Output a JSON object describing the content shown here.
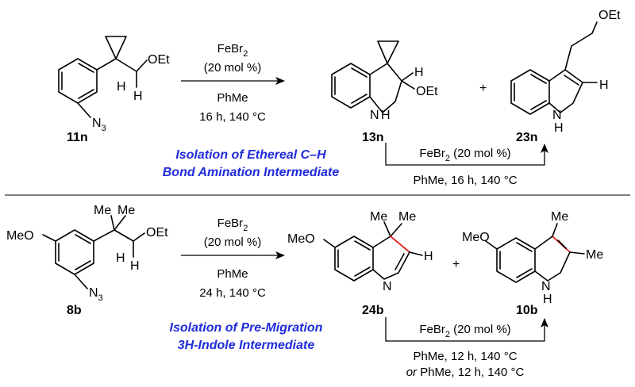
{
  "scheme1": {
    "reaction": {
      "reagent": "FeBr",
      "reagent_sub": "2",
      "loading": "(20 mol %)",
      "solvent": "PhMe",
      "conditions": "16 h, 140 °C"
    },
    "compounds": {
      "sm": "11n",
      "product_a": "13n",
      "product_b": "23n"
    },
    "atoms": {
      "oet": "OEt",
      "h": "H",
      "n": "N",
      "n3_sub": "3",
      "nh": "N",
      "nh_h": "H",
      "plus": "+"
    },
    "note_line1": "Isolation of Ethereal C–H",
    "note_line2": "Bond Amination Intermediate",
    "side": {
      "reagent": "FeBr",
      "reagent_sub": "2",
      "loading": "(20 mol %)",
      "conditions": "PhMe, 16 h, 140 °C"
    }
  },
  "scheme2": {
    "reaction": {
      "reagent": "FeBr",
      "reagent_sub": "2",
      "loading": "(20 mol %)",
      "solvent": "PhMe",
      "conditions": "24 h, 140 °C"
    },
    "compounds": {
      "sm": "8b",
      "product_a": "24b",
      "product_b": "10b"
    },
    "atoms": {
      "meo": "MeO",
      "me": "Me",
      "oet": "OEt",
      "h": "H",
      "n": "N",
      "n3_sub": "3",
      "nh": "N",
      "nh_h": "H",
      "plus": "+"
    },
    "note_line1": "Isolation of Pre-Migration",
    "note_line2": "3H-Indole Intermediate",
    "side": {
      "reagent": "FeBr",
      "reagent_sub": "2",
      "loading": "(20 mol %)",
      "conditions_line1": "PhMe, 12 h, 140 °C",
      "conditions_line2_italic": "or",
      "conditions_line2_rest": " PhMe, 12 h, 140 °C"
    }
  },
  "colors": {
    "note": "#1f2bd9",
    "new_bond": "#e0201b"
  }
}
